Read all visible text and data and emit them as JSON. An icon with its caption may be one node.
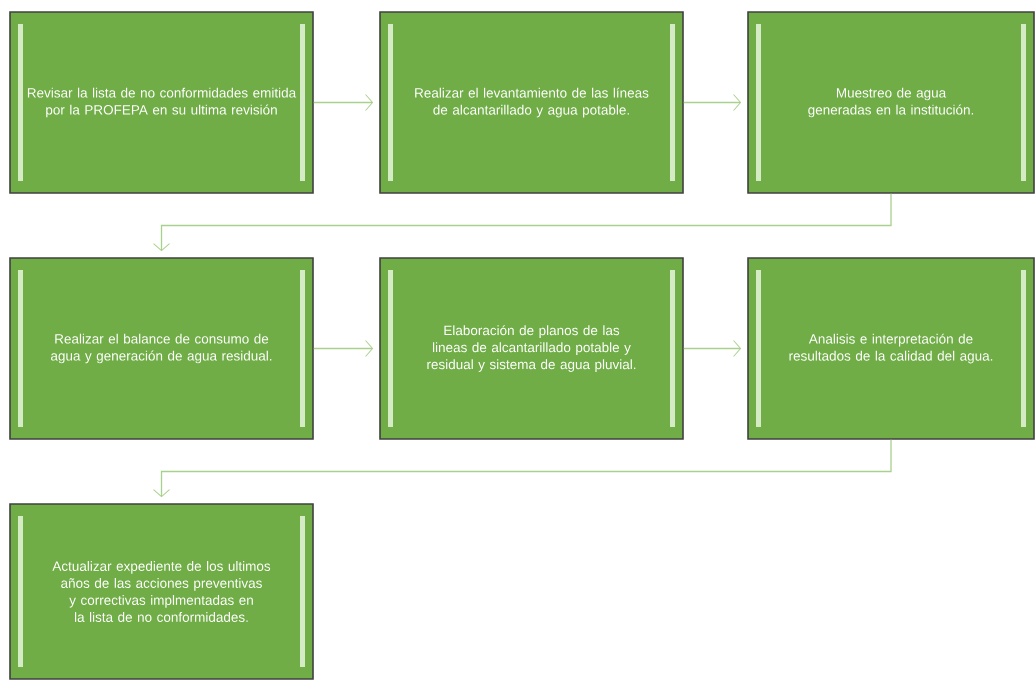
{
  "diagram": {
    "nodes": [
      {
        "text": [
          "Revisar la lista de no conformidades emitida por la PROFEPA en su ultima revisión"
        ]
      },
      {
        "text": [
          "Realizar el levantamiento de las líneas de alcantarillado y agua potable."
        ]
      },
      {
        "text": [
          "Muestreo de agua generadas en la institución."
        ]
      },
      {
        "text": [
          "Realizar el balance de consumo de agua y generación de agua residual."
        ]
      },
      {
        "text": [
          "Elaboración de planos de las lineas de alcantarillado potable y residual y sistema de agua pluvial."
        ]
      },
      {
        "text": [
          "Analisis e interpretación de resultados de la calidad del agua."
        ]
      },
      {
        "text": [
          "Actualizar expediente de los ultimos años de las acciones preventivas y correctivas implmentadas en la lista de no conformidades."
        ]
      }
    ],
    "edges": [
      {
        "from": 0,
        "to": 1,
        "arrow": "to"
      },
      {
        "from": 1,
        "to": 2,
        "arrow": "to"
      },
      {
        "from": 2,
        "to": 3,
        "arrow": "to"
      },
      {
        "from": 3,
        "to": 4,
        "arrow": "to"
      },
      {
        "from": 4,
        "to": 5,
        "arrow": "to"
      },
      {
        "from": 5,
        "to": 6,
        "arrow": "to"
      }
    ]
  }
}
